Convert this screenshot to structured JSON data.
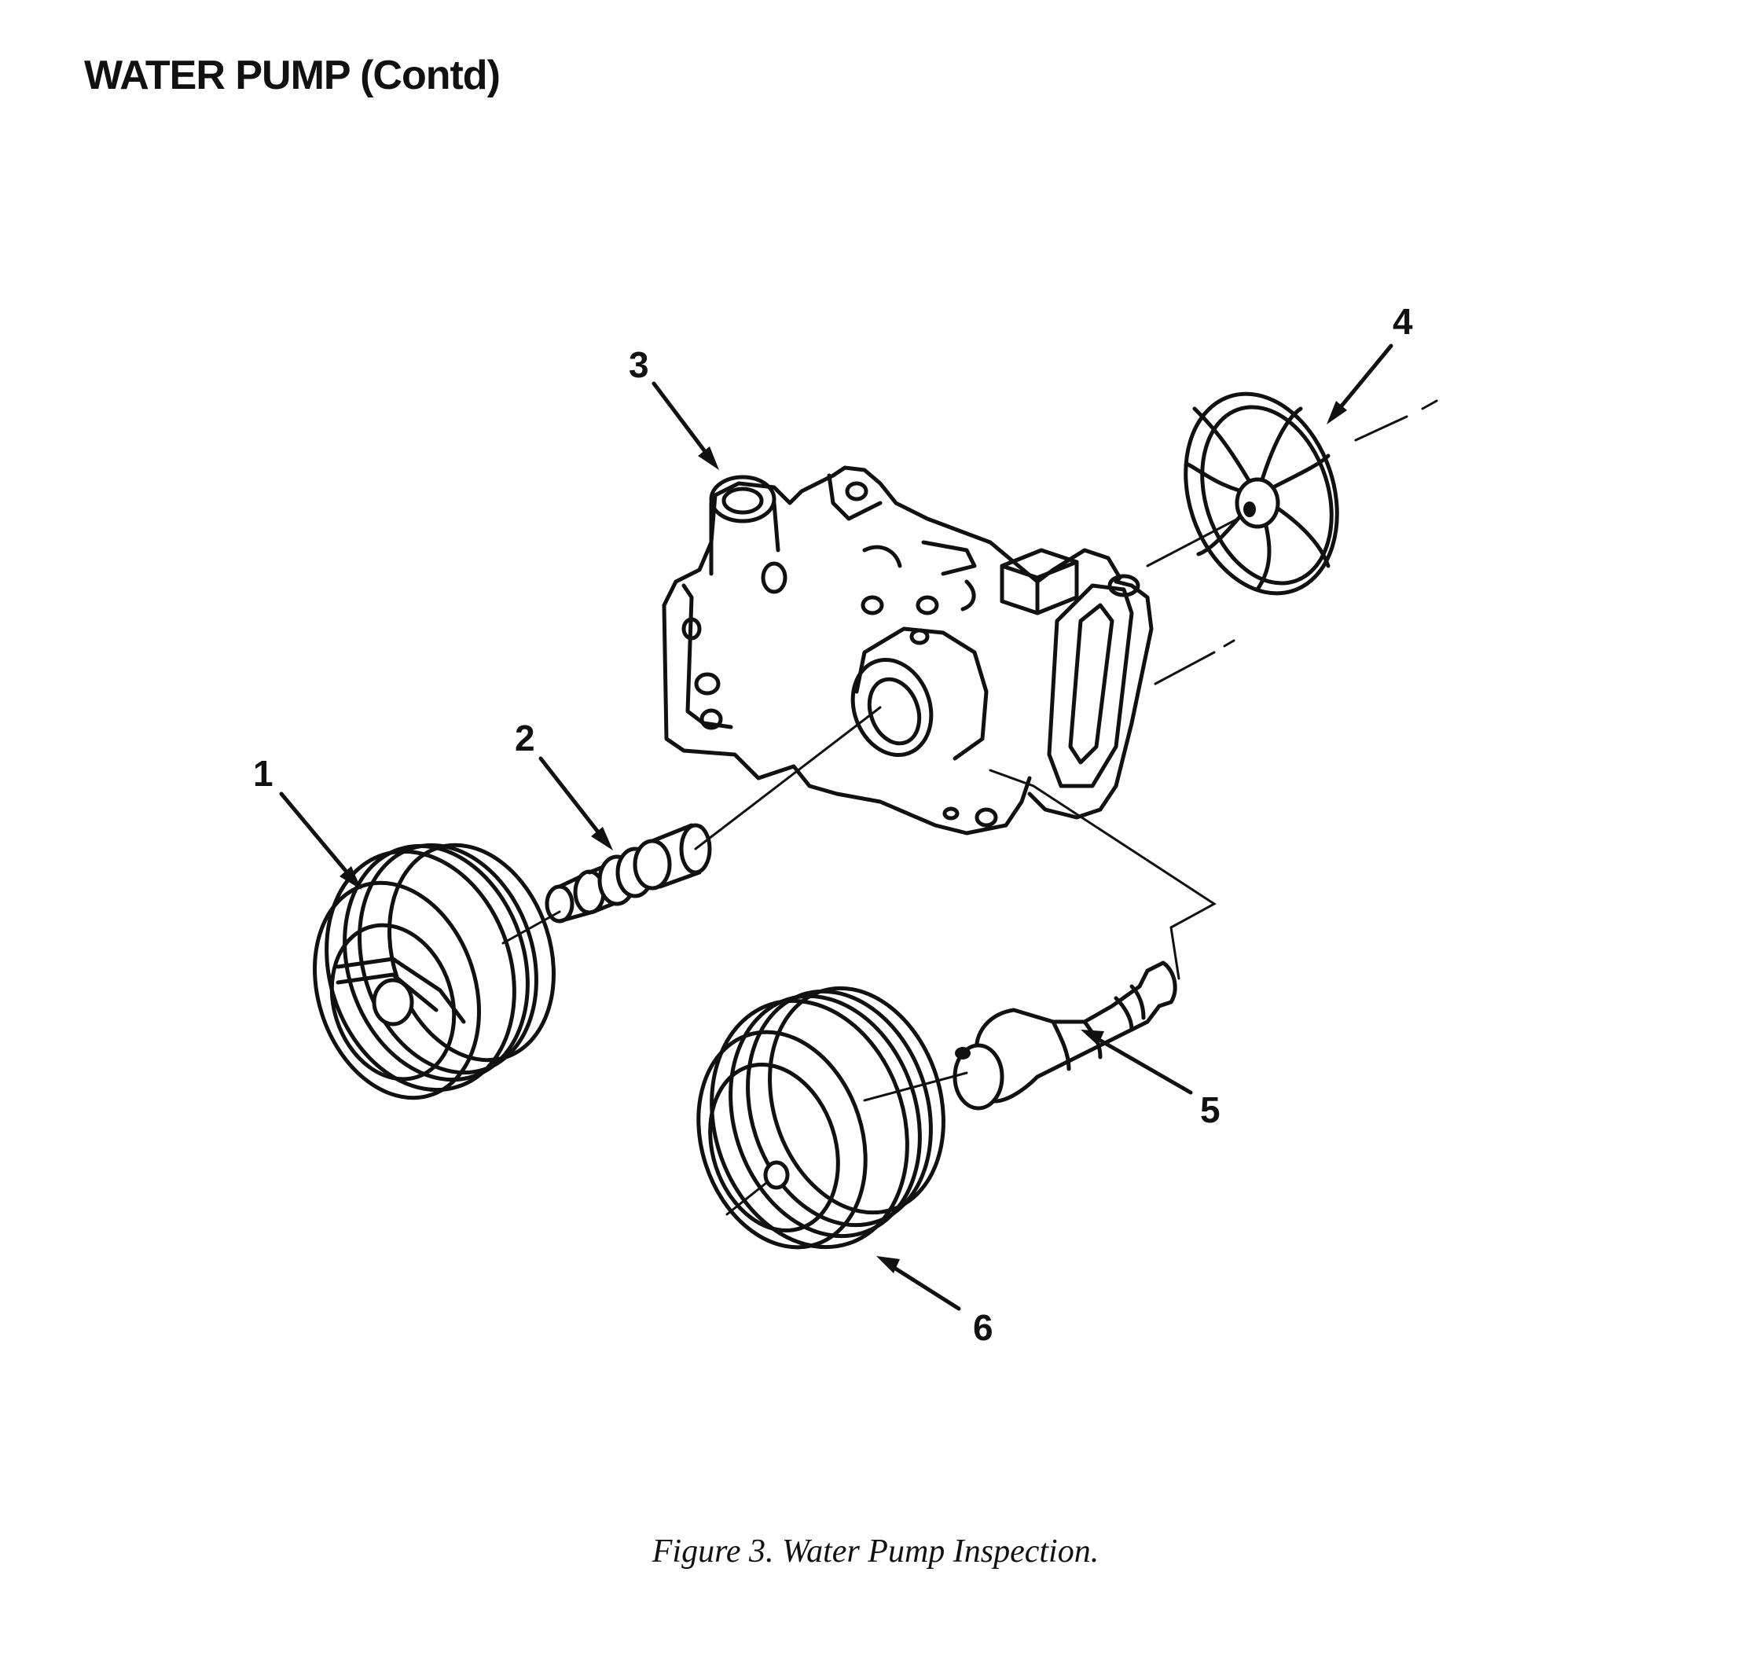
{
  "header": {
    "title": "WATER PUMP (Contd)"
  },
  "figure": {
    "caption": "Figure 3. Water Pump Inspection.",
    "callouts": [
      {
        "id": "1",
        "part": "pulley",
        "icon": "pulley-icon"
      },
      {
        "id": "2",
        "part": "shaft-bearing",
        "icon": "shaft-icon"
      },
      {
        "id": "3",
        "part": "pump-housing",
        "icon": "housing-icon"
      },
      {
        "id": "4",
        "part": "impeller",
        "icon": "impeller-icon"
      },
      {
        "id": "5",
        "part": "shaft",
        "icon": "shaft-icon"
      },
      {
        "id": "6",
        "part": "pulley",
        "icon": "pulley-icon"
      }
    ]
  }
}
